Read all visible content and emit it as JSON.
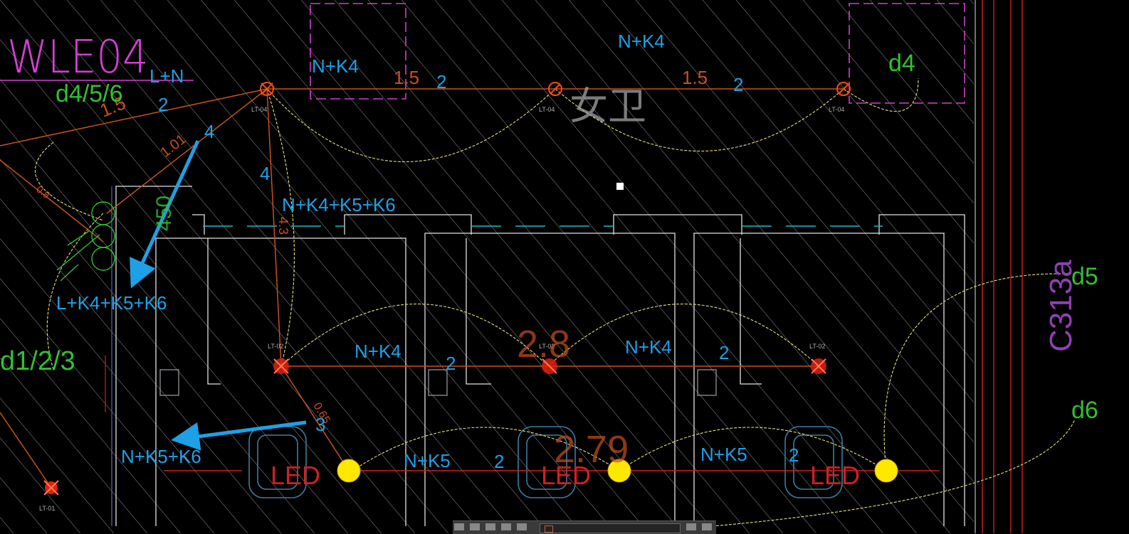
{
  "drawing": {
    "colors": {
      "background": "#000000",
      "hatch": "#cfcfcf",
      "wire": "#c8501e",
      "annotation": "#1ea0e6",
      "arc": "#e6e080",
      "wall": "#e0e0e0",
      "magenta": "#d040d0",
      "green": "#30c030",
      "red": "#d02020",
      "fixture": "#ffe800",
      "cyan": "#20b8c8"
    },
    "room_tag": "WLE04",
    "room_tag_2": "C313a",
    "fixture_tags": {
      "top_left": "LT-04",
      "top_mid": "LT-04",
      "top_right": "LT-04",
      "mid_left": "LT-02",
      "mid_mid": "LT-02",
      "mid_right": "LT-02",
      "bottom_left": "LT-01"
    },
    "led_label": "LED",
    "circuit_labels": {
      "ln": "L+N",
      "nk4_top_left": "N+K4",
      "nk4_top_right": "N+K4",
      "nk456": "N+K4+K5+K6",
      "lk456": "L+K4+K5+K6",
      "nk4_mid_left": "N+K4",
      "nk4_mid_right": "N+K4",
      "nk56": "N+K5+K6",
      "nk5_left": "N+K5",
      "nk5_right": "N+K5"
    },
    "wire_counts": {
      "c1": "2",
      "c2": "2",
      "c3": "2",
      "c4": "4",
      "c5": "4",
      "c6": "2",
      "c7": "2",
      "c8": "3",
      "c9": "2",
      "c10": "2"
    },
    "switch_labels": {
      "d456": "d4/5/6",
      "d4": "d4",
      "d123": "d1/2/3",
      "d5": "d5",
      "d6": "d6"
    },
    "lengths": {
      "l1": "1.5",
      "l2": "1.5",
      "l3": "1.5",
      "l4": "1.01",
      "l5": "0.8",
      "l6": "4.3",
      "l7": "0.65"
    },
    "ghost_text": {
      "dim_a": "2.8",
      "dim_b": "2.79",
      "dim_c": "450",
      "sketch": "女卫"
    }
  }
}
